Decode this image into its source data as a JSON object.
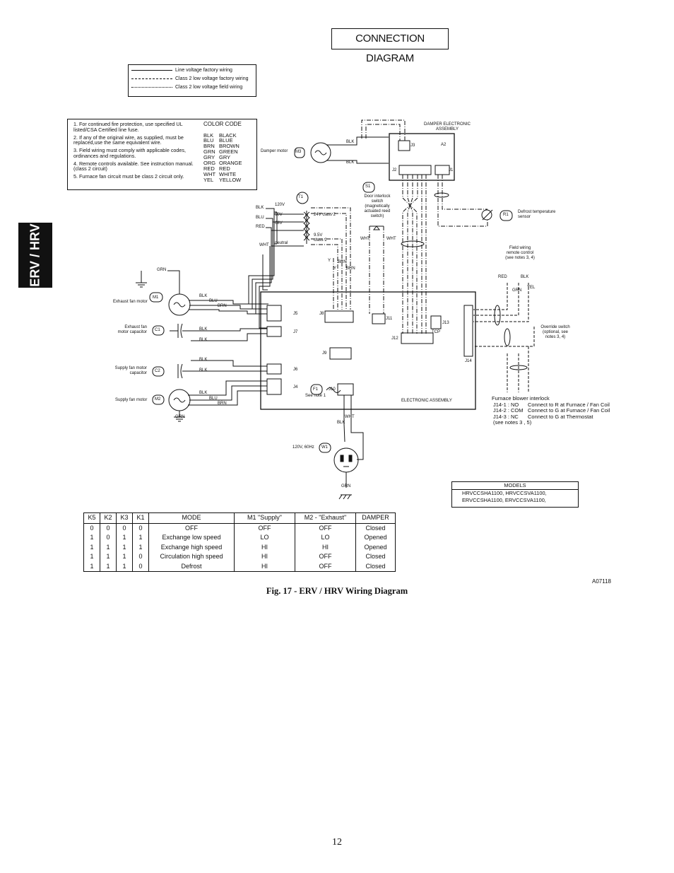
{
  "header": {
    "title": "CONNECTION DIAGRAM"
  },
  "side_tab": {
    "label": "ERV / HRV"
  },
  "legend": [
    {
      "style": "solid",
      "label": "Line voltage factory wiring"
    },
    {
      "style": "dash-dot",
      "label": "Class 2 low voltage factory wiring"
    },
    {
      "style": "dashed",
      "label": "Class 2 low voltage field wiring"
    }
  ],
  "notes": [
    "1. For continued fire protection, use specified UL listed/CSA Certified line fuse.",
    "2. If any of the original wire, as supplied, must be replaced,use the same equivalent wire.",
    "3. Field wiring must comply with applicable codes, ordinances and regulations.",
    "4. Remote controls available. See instruction manual. (class 2 circuit)",
    "5. Furnace fan circuit must be class 2 circuit only."
  ],
  "color_code": {
    "title": "COLOR CODE",
    "rows": [
      [
        "BLK",
        "BLACK"
      ],
      [
        "BLU",
        "BLUE"
      ],
      [
        "BRN",
        "BROWN"
      ],
      [
        "GRN",
        "GREEN"
      ],
      [
        "GRY",
        "GRY"
      ],
      [
        "ORG",
        "ORANGE"
      ],
      [
        "RED",
        "RED"
      ],
      [
        "WHT",
        "WHITE"
      ],
      [
        "YEL",
        "YELLOW"
      ]
    ]
  },
  "diagram": {
    "labels": {
      "damper_electronic_assembly": "DAMPER ELECTRONIC ASSEMBLY",
      "damper_motor": "Damper motor",
      "exhaust_fan_motor": "Exhaust fan motor",
      "exhaust_fan_motor_capacitor": "Exhaust fan motor capacitor",
      "supply_fan_motor_capacitor": "Supply fan motor capacitor",
      "supply_fan_motor": "Supply fan motor",
      "door_interlock_switch": "Door interlock switch (magnetically actuated reed switch)",
      "defrost_sensor": "Defrost temperature sensor",
      "field_wiring_remote": "Field wiring remote control (see notes 3, 4)",
      "override_switch": "Override switch (optional, see notes 3, 4)",
      "electronic_assembly": "ELECTRONIC ASSEMBLY",
      "power": "120V, 60Hz",
      "see_note_1": "See note 1",
      "v120": "120V",
      "v90": "90V",
      "v68": "68V",
      "neutral": "neutral",
      "class2_24": "24V class 2",
      "class2_95": "9.5V class 2"
    },
    "components": [
      "M1",
      "M2",
      "M3",
      "C1",
      "C2",
      "T1",
      "S1",
      "R1",
      "A2",
      "F1",
      "W1"
    ],
    "connectors": [
      "J1",
      "J2",
      "J3",
      "J4",
      "J5",
      "J6",
      "J7",
      "J8",
      "J9",
      "J10",
      "J11",
      "J12",
      "J13",
      "J14",
      "TCP"
    ],
    "wire_colors": [
      "BLK",
      "BLU",
      "BRN",
      "RED",
      "WHT",
      "GRN",
      "YEL",
      "Y"
    ]
  },
  "furnace_interlock": {
    "title": "Furnace blower interlock",
    "rows": [
      [
        "J14-1 : NO",
        "Connect to R at Furnace / Fan Coil"
      ],
      [
        "J14-2 : COM",
        "Connect to G at Furnace / Fan Coil"
      ],
      [
        "J14-3 : NC",
        "Connect to G at Thermostat"
      ]
    ],
    "note": "(see notes 3 , 5)"
  },
  "models": {
    "title": "MODELS",
    "lines": [
      "HRVCCSHA1100, HRVCCSVA1100,",
      "ERVCCSHA1100, ERVCCSVA1100,"
    ]
  },
  "mode_table": {
    "headers": [
      "K5",
      "K2",
      "K3",
      "K1",
      "MODE",
      "M1 \"Supply\"",
      "M2 - \"Exhaust\"",
      "DAMPER"
    ],
    "rows": [
      [
        "0",
        "0",
        "0",
        "0",
        "OFF",
        "OFF",
        "OFF",
        "Closed"
      ],
      [
        "1",
        "0",
        "1",
        "1",
        "Exchange low speed",
        "LO",
        "LO",
        "Opened"
      ],
      [
        "1",
        "1",
        "1",
        "1",
        "Exchange high speed",
        "HI",
        "HI",
        "Opened"
      ],
      [
        "1",
        "1",
        "1",
        "0",
        "Circulation high speed",
        "HI",
        "OFF",
        "Closed"
      ],
      [
        "1",
        "1",
        "1",
        "0",
        "Defrost",
        "HI",
        "OFF",
        "Closed"
      ]
    ]
  },
  "figure_code": "A07118",
  "caption": "Fig. 17 - ERV / HRV Wiring Diagram",
  "page_number": "12"
}
